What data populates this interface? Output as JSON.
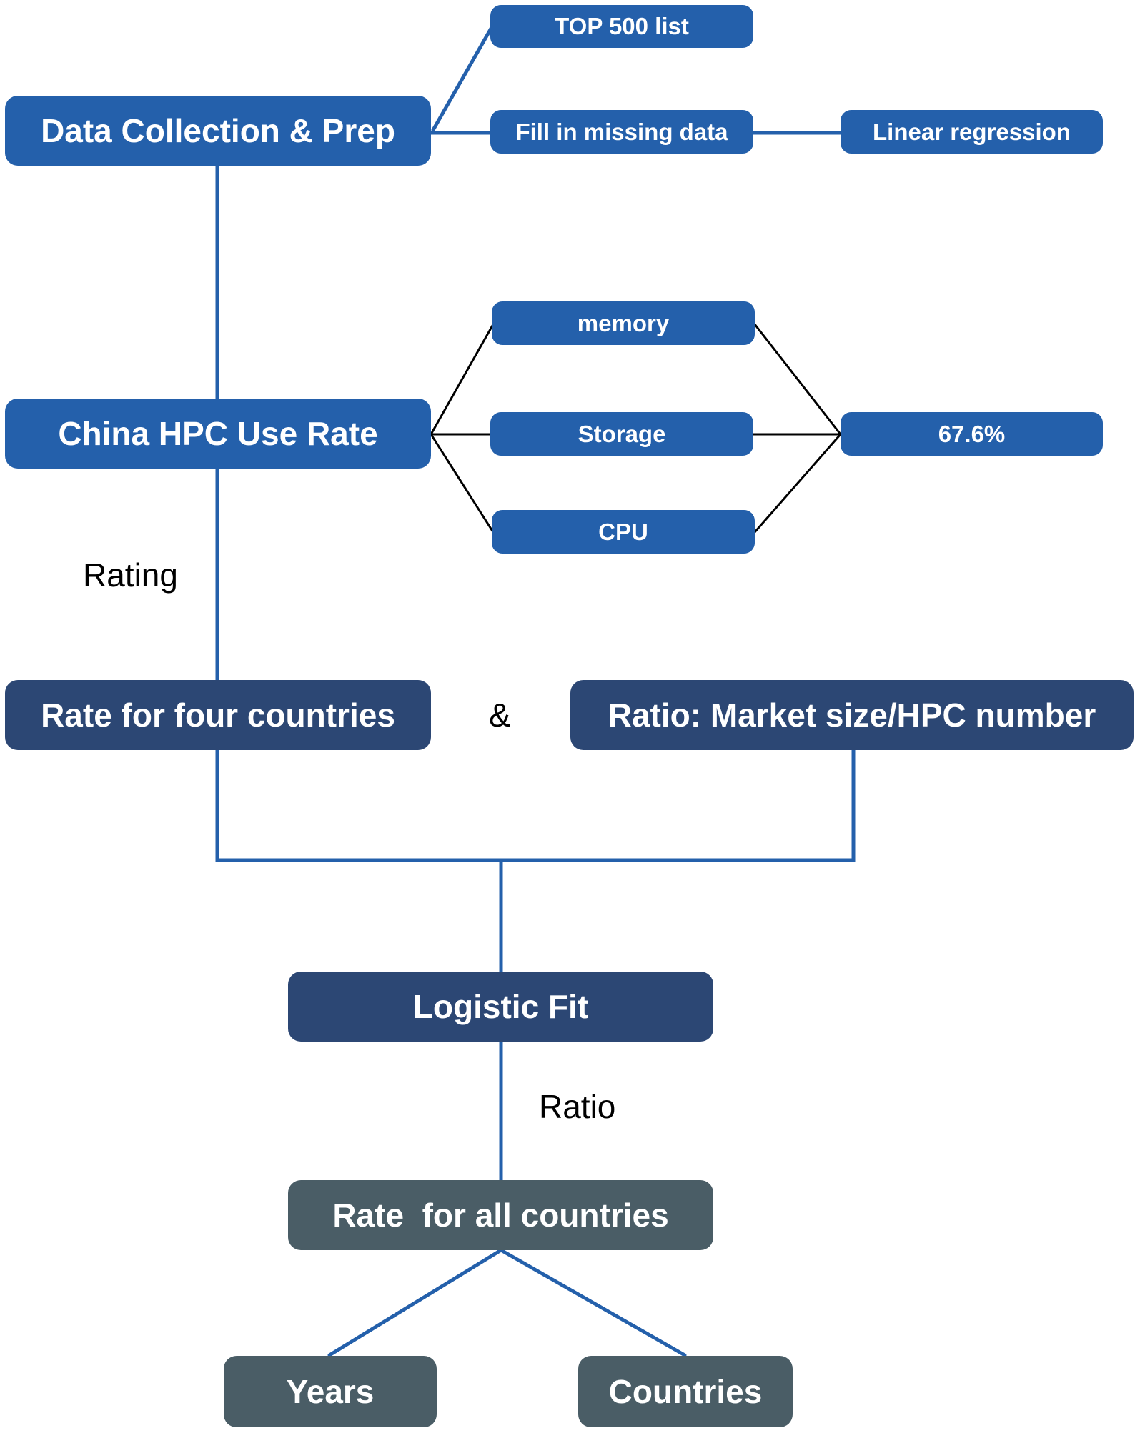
{
  "nodes": {
    "data_collection": "Data Collection & Prep",
    "top500": "TOP 500 list",
    "fill_missing": "Fill in missing data",
    "linear_regression": "Linear regression",
    "memory": "memory",
    "storage": "Storage",
    "cpu": "CPU",
    "china_hpc": "China HPC Use Rate",
    "result_pct": "67.6%",
    "rate_four": "Rate for four countries",
    "ratio_market": "Ratio: Market size/HPC number",
    "logistic_fit": "Logistic Fit",
    "rate_all": "Rate  for all countries",
    "years": "Years",
    "countries": "Countries"
  },
  "labels": {
    "rating": "Rating",
    "ampersand": "&",
    "ratio": "Ratio"
  },
  "colors": {
    "blue": "#2460ab",
    "navy": "#2c4774",
    "slate": "#4a5d66",
    "connector_blue": "#2460ab",
    "connector_black": "#000000"
  }
}
